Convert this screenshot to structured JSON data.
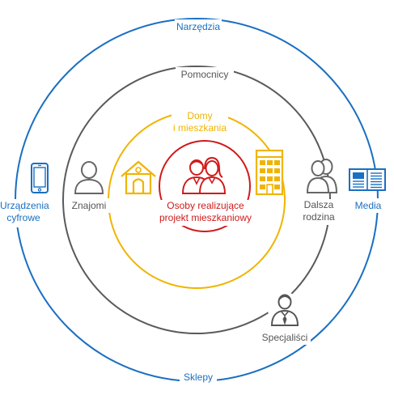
{
  "rings": {
    "outer": {
      "label": "Narzędzia",
      "color": "#1a6fc2"
    },
    "middle": {
      "label": "Pomocnicy",
      "color": "#5a5a5a"
    },
    "inner": {
      "label": "Domy\ni mieszkania",
      "color": "#f0b400"
    },
    "core": {
      "color": "#d11a1a"
    }
  },
  "labels": {
    "bottom_outer": "Sklepy",
    "left_outer": "Urządzenia\ncyfrowe",
    "right_outer": "Media",
    "left_middle": "Znajomi",
    "right_middle": "Dalsza\nrodzina",
    "bottom_middle": "Specjaliści",
    "center": "Osoby realizujące\nprojekt mieszkaniowy"
  },
  "icons": {
    "phone": "smartphone-icon",
    "acquaintance": "person-icon",
    "house": "house-icon",
    "couple": "couple-icon",
    "building": "apartment-building-icon",
    "family": "family-icon",
    "newspaper": "newspaper-icon",
    "specialist": "specialist-icon"
  }
}
